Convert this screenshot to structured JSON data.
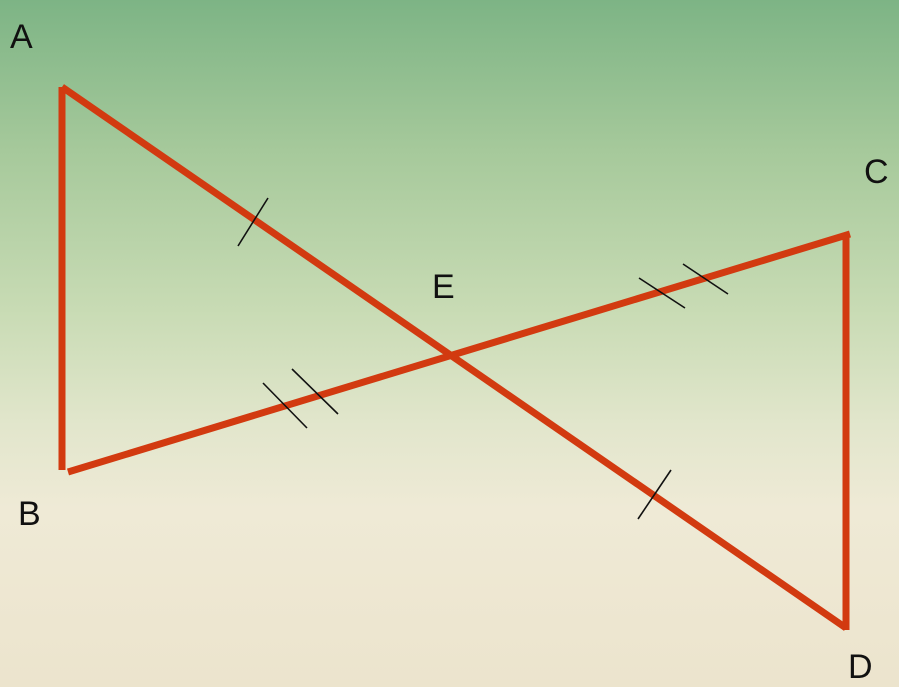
{
  "diagram": {
    "points": {
      "A": "A",
      "B": "B",
      "C": "C",
      "D": "D",
      "E": "E"
    },
    "segments": [
      {
        "from": "A",
        "to": "B"
      },
      {
        "from": "A",
        "to": "D"
      },
      {
        "from": "B",
        "to": "C"
      },
      {
        "from": "C",
        "to": "D"
      }
    ],
    "congruence_marks": [
      {
        "segment": "AE",
        "ticks": 1
      },
      {
        "segment": "ED",
        "ticks": 1
      },
      {
        "segment": "BE",
        "ticks": 2
      },
      {
        "segment": "EC",
        "ticks": 2
      }
    ],
    "colors": {
      "segment": "#d23a10",
      "tick": "#111111",
      "label": "#111111"
    }
  }
}
